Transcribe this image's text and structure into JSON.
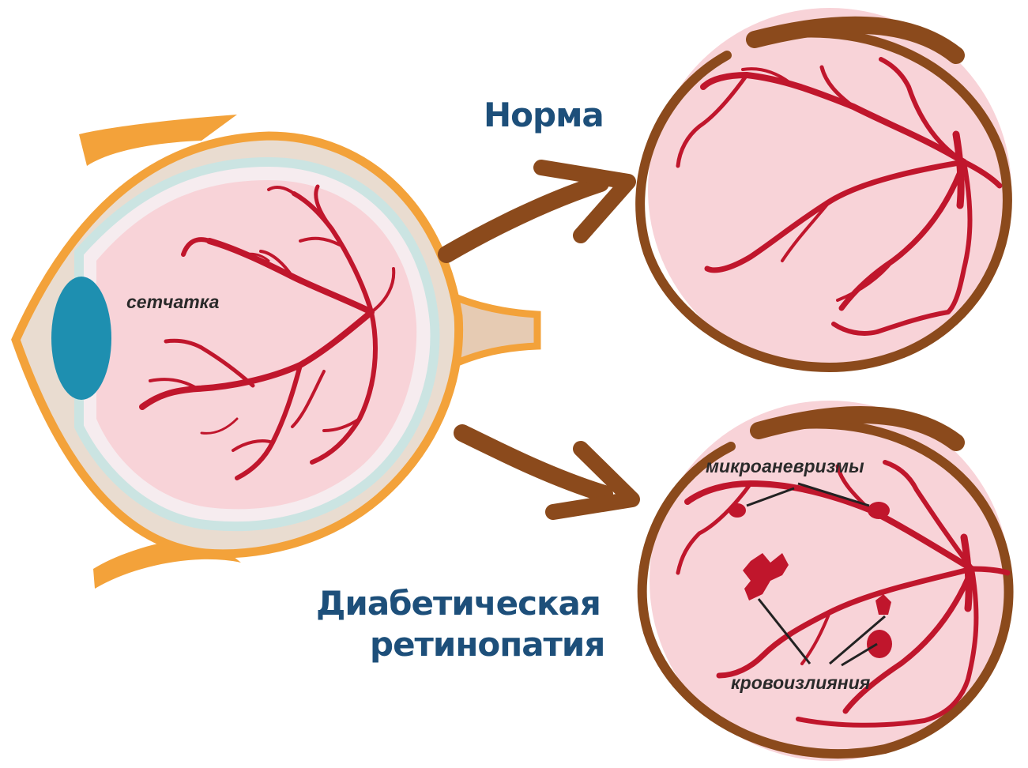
{
  "labels": {
    "retina": "сетчатка",
    "normal": "Норма",
    "diabetic_line1": "Диабетическая",
    "diabetic_line2": "ретинопатия",
    "microaneurysms": "микроаневризмы",
    "hemorrhages": "кровоизлияния"
  },
  "colors": {
    "sclera": "#f3a23a",
    "retina_fill": "#f8d3d8",
    "vessels": "#c0162c",
    "lens": "#1e8fb0",
    "fundus_rim": "#8b4a1c",
    "arrows": "#8b4a1c",
    "title_text": "#1d4f7a"
  }
}
